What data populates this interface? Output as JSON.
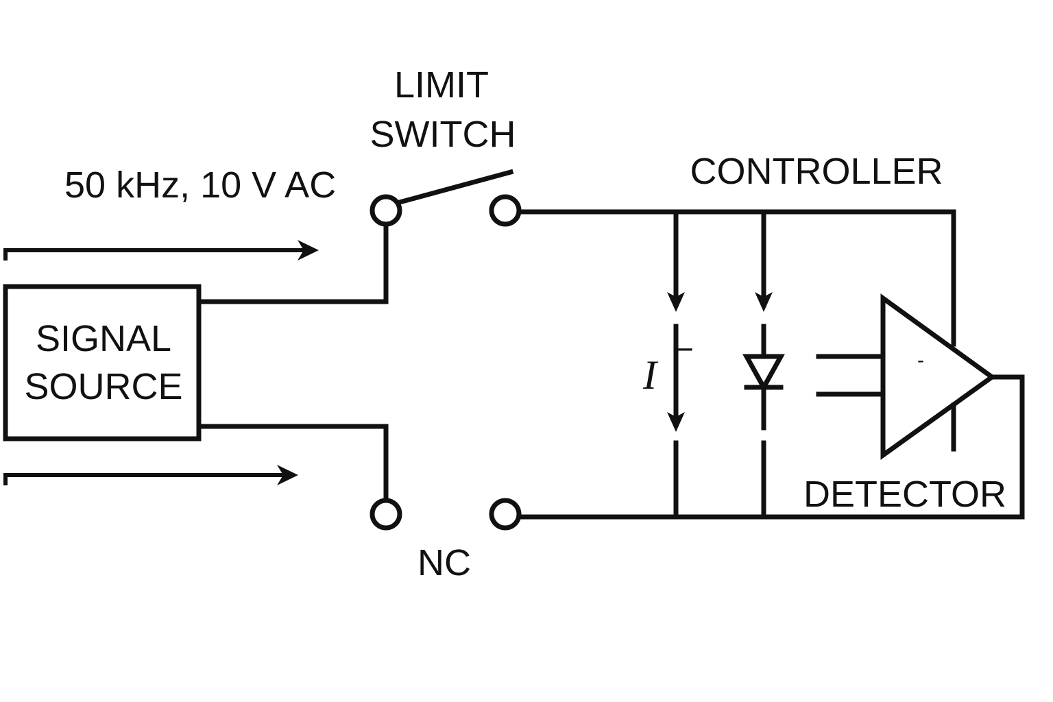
{
  "labels": {
    "signal_spec": "50 kHz, 10 V AC",
    "limit_switch_line1": "LIMIT",
    "limit_switch_line2": "SWITCH",
    "controller": "CONTROLLER",
    "signal_source_line1": "SIGNAL",
    "signal_source_line2": "SOURCE",
    "nc": "NC",
    "detector": "DETECTOR",
    "current": "I",
    "current_sign": "–",
    "amplifier_sign": "-"
  }
}
